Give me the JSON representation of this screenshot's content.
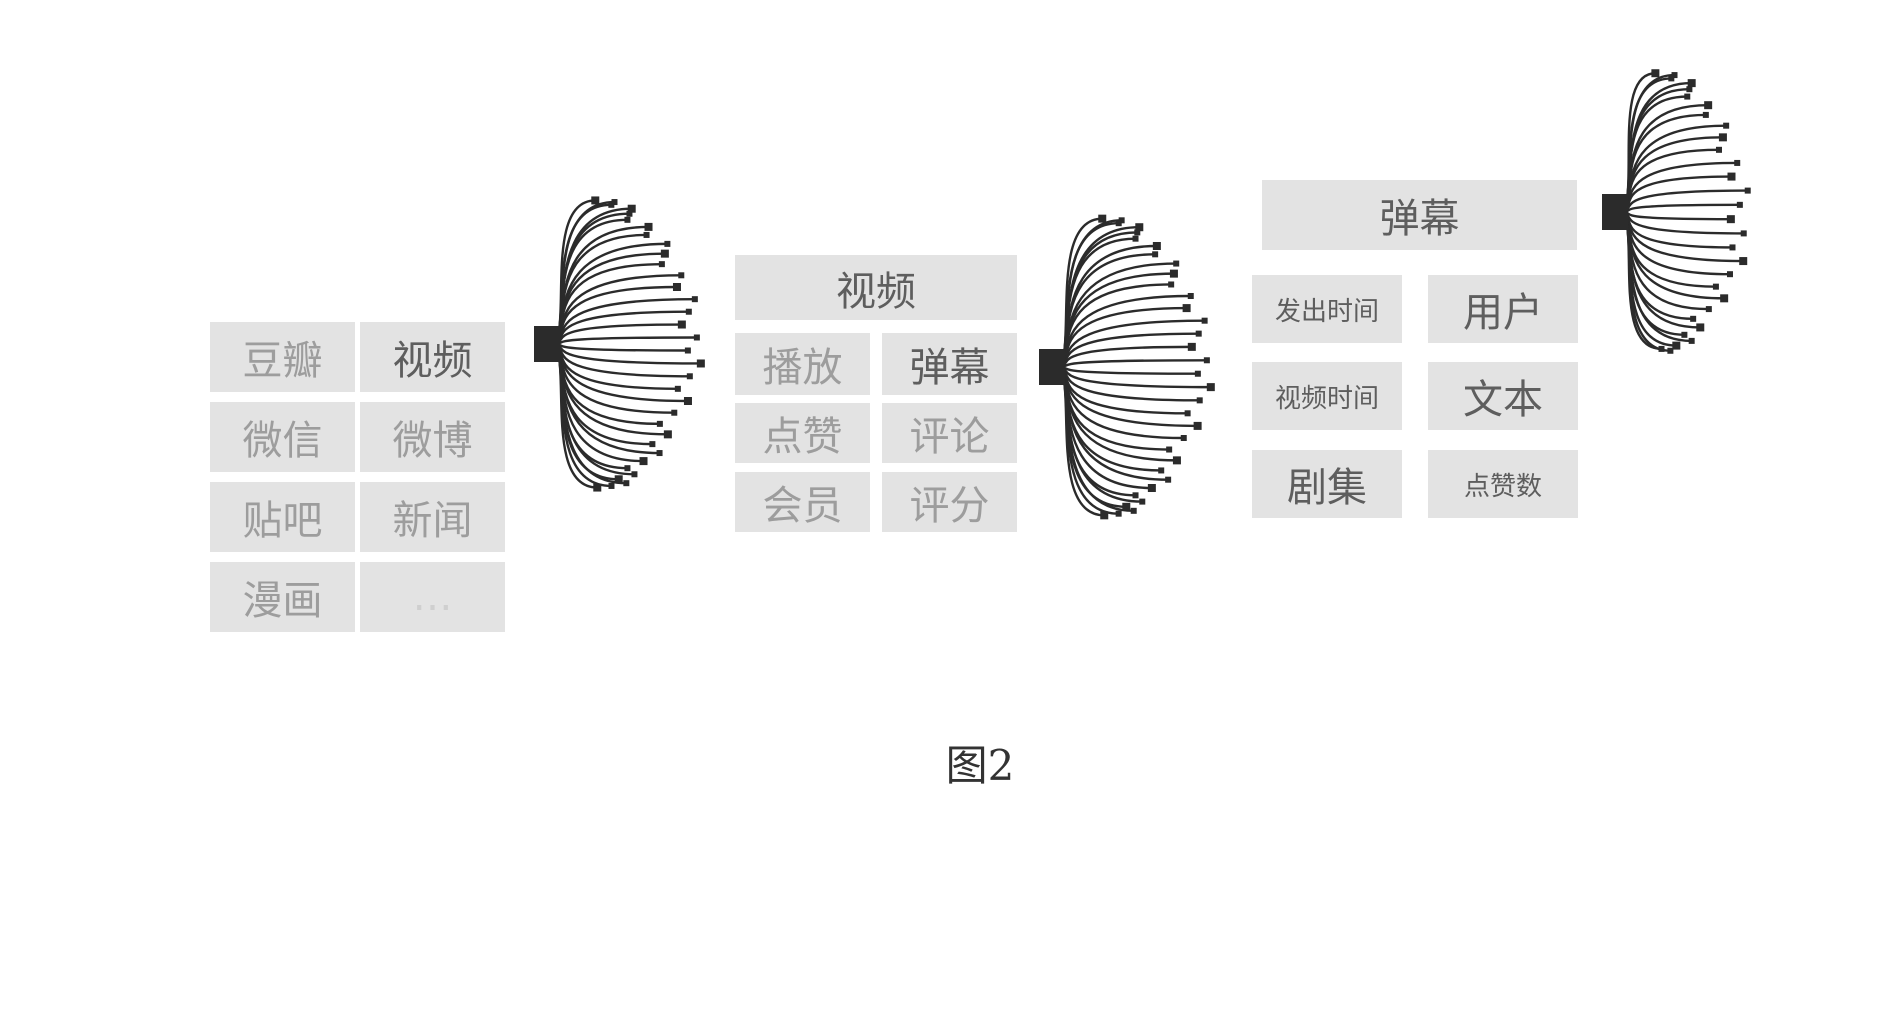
{
  "panel1": {
    "cells": [
      "豆瓣",
      "视频",
      "微信",
      "微博",
      "贴吧",
      "新闻",
      "漫画",
      "…"
    ]
  },
  "panel2": {
    "header": "视频",
    "cells": [
      "播放",
      "弹幕",
      "点赞",
      "评论",
      "会员",
      "评分"
    ]
  },
  "panel3": {
    "header": "弹幕",
    "cells": [
      "发出时间",
      "用户",
      "视频时间",
      "文本",
      "剧集",
      "点赞数"
    ]
  },
  "caption": "图2",
  "colors": {
    "cell_bg": "#e3e3e3",
    "text_light": "#9d9d9d",
    "text_dark": "#5e5e5e",
    "fan": "#2b2b2b"
  }
}
